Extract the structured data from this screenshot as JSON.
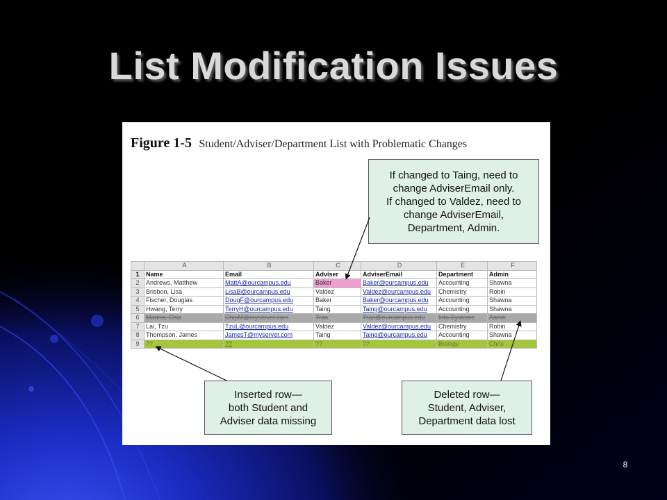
{
  "slide": {
    "title": "List Modification Issues",
    "page_number": "8"
  },
  "figure": {
    "number": "Figure 1-5",
    "caption": "Student/Adviser/Department List with Problematic Changes"
  },
  "callouts": {
    "top": [
      "If changed to Taing, need to",
      "change AdviserEmail only.",
      "If changed to Valdez, need to",
      "change AdviserEmail,",
      "Department, Admin."
    ],
    "inserted": [
      "Inserted row—",
      "both Student and",
      "Adviser data missing"
    ],
    "deleted": [
      "Deleted row—",
      "Student, Adviser,",
      "Department data lost"
    ]
  },
  "spreadsheet": {
    "column_letters": [
      "A",
      "B",
      "C",
      "D",
      "E",
      "F"
    ],
    "rows": [
      {
        "n": "1",
        "cells": [
          "Name",
          "Email",
          "Adviser",
          "AdviserEmail",
          "Department",
          "Admin"
        ]
      },
      {
        "n": "2",
        "cells": [
          "Andrews, Matthew",
          "MattA@ourcampus.edu",
          "Baker",
          "Baker@ourcampus.edu",
          "Accounting",
          "Shawna"
        ]
      },
      {
        "n": "3",
        "cells": [
          "Brisbon, Lisa",
          "LisaB@ourcampus.edu",
          "Valdez",
          "Valdez@ourcampus.edu",
          "Chemistry",
          "Robin"
        ]
      },
      {
        "n": "4",
        "cells": [
          "Fischer, Douglas",
          "DougF@ourcampus.edu",
          "Baker",
          "Baker@ourcampus.edu",
          "Accounting",
          "Shawna"
        ]
      },
      {
        "n": "5",
        "cells": [
          "Hwang, Terry",
          "TerryH@ourcampus.edu",
          "Taing",
          "Taing@ourcampus.edu",
          "Accounting",
          "Shawna"
        ]
      },
      {
        "n": "6",
        "cells": [
          "Marino, Chip",
          "ChipM@myserver.com",
          "Tran",
          "Tran@ourcampus.edu",
          "Info Systems",
          "Aaron"
        ]
      },
      {
        "n": "7",
        "cells": [
          "Lai, Tzu",
          "TzuL@ourcampus.edu",
          "Valdez",
          "Valdez@ourcampus.edu",
          "Chemistry",
          "Robin"
        ]
      },
      {
        "n": "8",
        "cells": [
          "Thompson, James",
          "JamesT@myserver.com",
          "Taing",
          "Taing@ourcampus.edu",
          "Accounting",
          "Shawna"
        ]
      },
      {
        "n": "9",
        "cells": [
          "??",
          "??",
          "??",
          "??",
          "Biology",
          "Chris"
        ]
      }
    ]
  },
  "colors": {
    "background": "#000000",
    "title": "#d9d9d9",
    "callout_fill": "#dff0e6",
    "highlight_pink": "#ef9fcf",
    "deleted_row": "#a9a9a9",
    "inserted_row": "#a3c63d"
  }
}
